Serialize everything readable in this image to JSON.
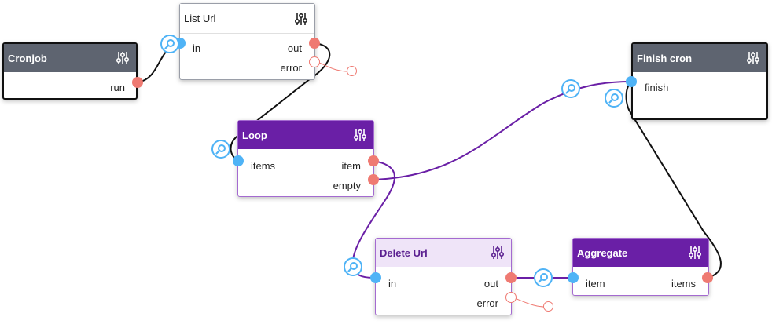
{
  "colors": {
    "dark_header": "#5e6470",
    "purple_header": "#6a1fa6",
    "light_purple_header": "#efe4f8",
    "input_port": "#4fb3f6",
    "output_port": "#ef7a72",
    "purple_edge": "#6a1fa6",
    "black_edge": "#111111"
  },
  "nodes": {
    "cronjob": {
      "title": "Cronjob",
      "run": "run"
    },
    "list_url": {
      "title": "List Url",
      "in": "in",
      "out": "out",
      "error": "error"
    },
    "loop": {
      "title": "Loop",
      "items": "items",
      "item": "item",
      "empty": "empty"
    },
    "finish_cron": {
      "title": "Finish cron",
      "finish": "finish"
    },
    "delete_url": {
      "title": "Delete Url",
      "in": "in",
      "out": "out",
      "error": "error"
    },
    "aggregate": {
      "title": "Aggregate",
      "item": "item",
      "items": "items"
    }
  },
  "icons": {
    "settings": "sliders-icon",
    "probe": "magnifier-icon"
  }
}
